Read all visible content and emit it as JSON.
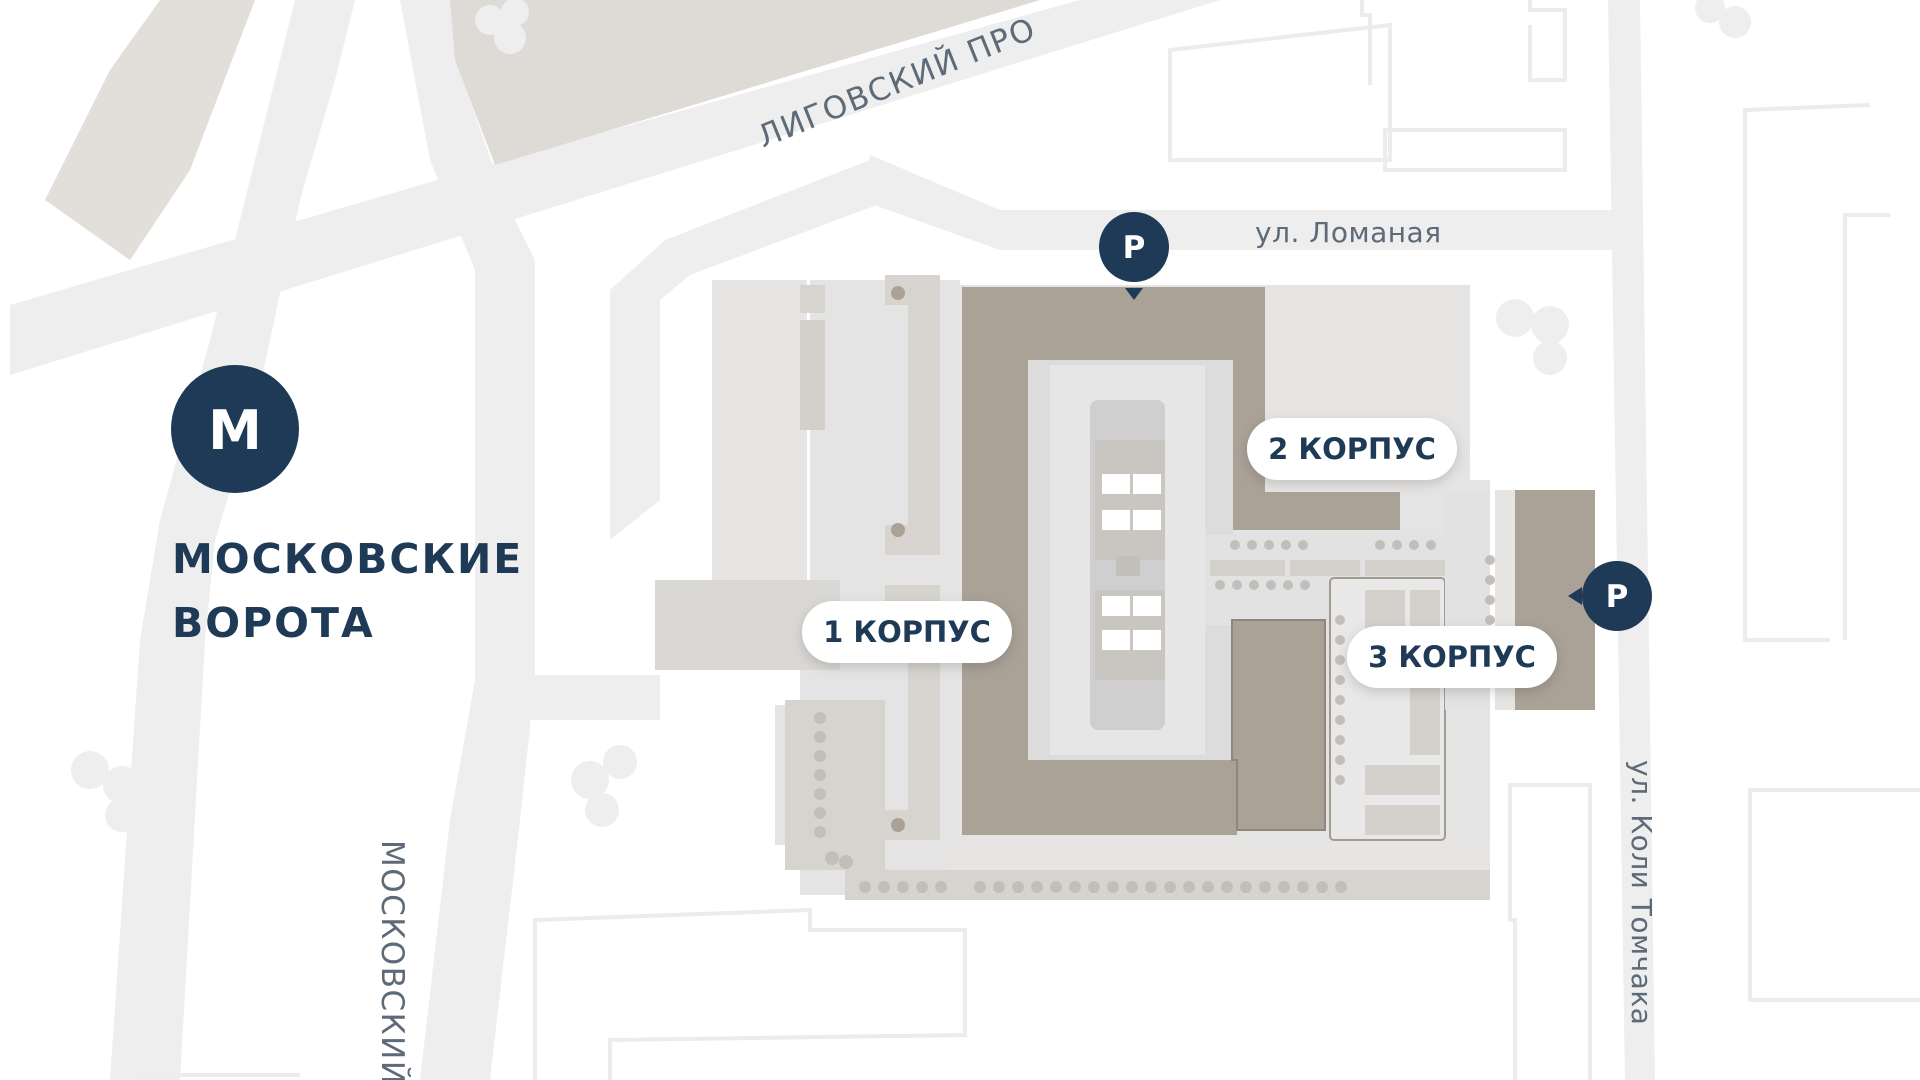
{
  "colors": {
    "background": "#ffffff",
    "road": "#eeeeee",
    "block_outline": "#ececec",
    "building_dark": "#aaa297",
    "building_light": "#d7d4d0",
    "building_pale": "#e6e5e3",
    "courtyard": "#e2e2e2",
    "accent": "#1e3a56",
    "label_text": "#5d6a78"
  },
  "metro": {
    "icon_letter": "M",
    "name_line1": "МОСКОВСКИЕ",
    "name_line2": "ВОРОТА"
  },
  "streets": {
    "ligovsky": "ЛИГОВСКИЙ ПРО",
    "lomanaya": "ул. Ломаная",
    "moskovsky": "МОСКОВСКИЙ",
    "koli_tomchaka": "ул. Коли Томчака"
  },
  "buildings": {
    "korpus1": "1 КОРПУС",
    "korpus2": "2 КОРПУС",
    "korpus3": "3 КОРПУС"
  },
  "parking": {
    "top_label": "P",
    "right_label": "P"
  },
  "icons": [
    "metro-icon",
    "parking-pin-icon",
    "tree-icon"
  ]
}
